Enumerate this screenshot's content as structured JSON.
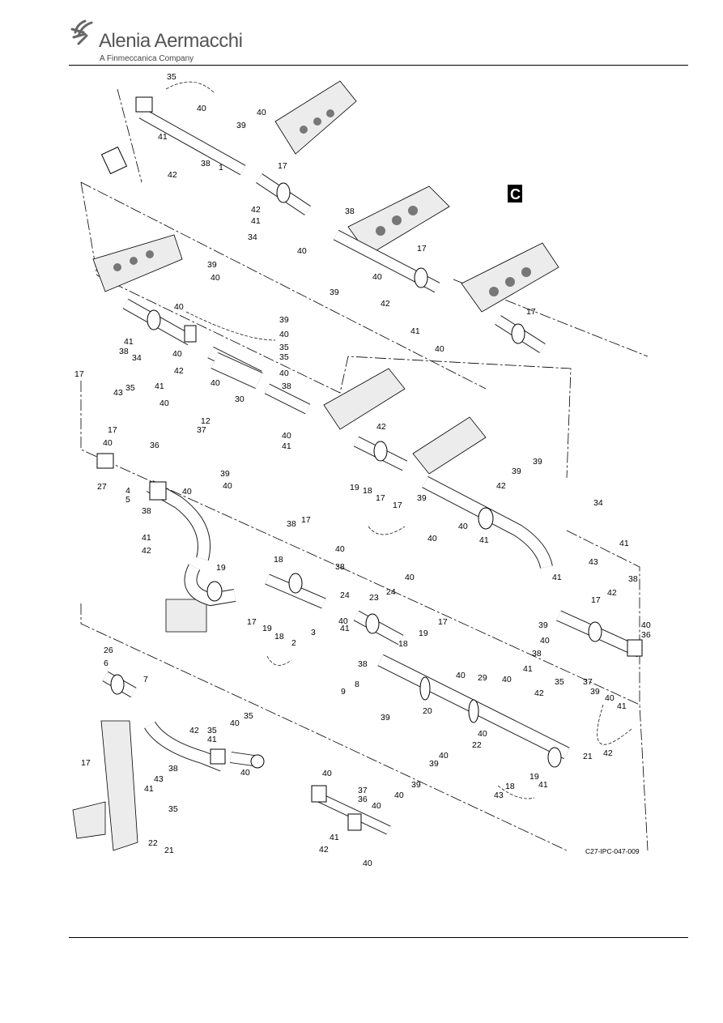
{
  "header": {
    "company": "Alenia Aermacchi",
    "tagline": "A Finmeccanica Company"
  },
  "figure": {
    "section_marker": "C",
    "figure_code": "C27-IPC-047-009",
    "callouts": [
      "35",
      "40",
      "39",
      "40",
      "41",
      "42",
      "38",
      "1",
      "17",
      "42",
      "41",
      "34",
      "40",
      "38",
      "17",
      "39",
      "40",
      "39",
      "40",
      "40",
      "42",
      "41",
      "40",
      "17",
      "41",
      "38",
      "40",
      "17",
      "34",
      "43",
      "35",
      "41",
      "42",
      "40",
      "30",
      "39",
      "40",
      "35",
      "35",
      "40",
      "38",
      "40",
      "12",
      "37",
      "40",
      "41",
      "42",
      "17",
      "40",
      "39",
      "39",
      "36",
      "27",
      "4",
      "5",
      "38",
      "40",
      "41",
      "42",
      "39",
      "40",
      "19",
      "18",
      "17",
      "17",
      "39",
      "40",
      "40",
      "41",
      "42",
      "38",
      "17",
      "19",
      "18",
      "40",
      "38",
      "24",
      "23",
      "24",
      "40",
      "34",
      "41",
      "43",
      "41",
      "42",
      "38",
      "17",
      "39",
      "40",
      "36",
      "40",
      "38",
      "17",
      "19",
      "18",
      "2",
      "3",
      "41",
      "40",
      "18",
      "19",
      "17",
      "38",
      "8",
      "9",
      "39",
      "40",
      "29",
      "20",
      "40",
      "41",
      "42",
      "35",
      "26",
      "6",
      "7",
      "37",
      "39",
      "40",
      "41",
      "42",
      "40",
      "22",
      "21",
      "40",
      "39",
      "19",
      "18",
      "43",
      "41",
      "35",
      "40",
      "35",
      "41",
      "42",
      "40",
      "17",
      "38",
      "43",
      "41",
      "35",
      "40",
      "37",
      "36",
      "40"
    ]
  }
}
